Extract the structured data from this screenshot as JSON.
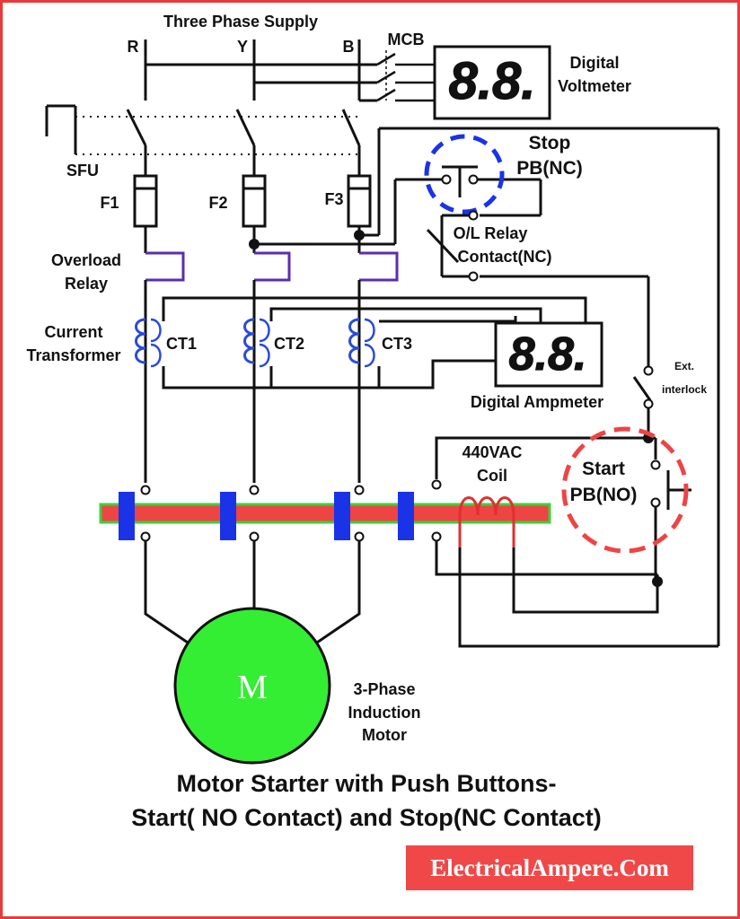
{
  "labels": {
    "supply_title": "Three Phase Supply",
    "phase_r": "R",
    "phase_y": "Y",
    "phase_b": "B",
    "mcb": "MCB",
    "voltmeter_line1": "Digital",
    "voltmeter_line2": "Voltmeter",
    "sfu": "SFU",
    "fuse_1": "F1",
    "fuse_2": "F2",
    "fuse_3": "F3",
    "overload_line1": "Overload",
    "overload_line2": "Relay",
    "ct_line1": "Current",
    "ct_line2": "Transformer",
    "ct_1": "CT1",
    "ct_2": "CT2",
    "ct_3": "CT3",
    "ampmeter": "Digital Ampmeter",
    "stop_line1": "Stop",
    "stop_line2": "PB(NC)",
    "olrelay_line1": "O/L Relay",
    "olrelay_line2": "Contact(NC)",
    "ext_line1": "Ext.",
    "ext_line2": "interlock",
    "coil_line1": "440VAC",
    "coil_line2": "Coil",
    "start_line1": "Start",
    "start_line2": "PB(NO)",
    "motor_symbol": "M",
    "motor_line1": "3-Phase",
    "motor_line2": "Induction",
    "motor_line3": "Motor",
    "seven_seg_digits": "8.8.",
    "caption_line1": "Motor Starter with Push Buttons-",
    "caption_line2": "Start( NO Contact) and Stop(NC Contact)",
    "brand": "ElectricalAmpere.Com"
  },
  "colors": {
    "frame": "#e83a3a",
    "wire": "#111111",
    "overload_strip": "#5a2db5",
    "ct_coil": "#2a4bd8",
    "seven_seg": "#c4123a",
    "contactor_bar": "#ee4444",
    "contactor_outline": "#3bd13b",
    "contactor_blocks": "#1a33e6",
    "coil_wire": "#e03030",
    "motor_fill": "#33ee33",
    "stop_circle": "#1a33e6",
    "start_circle": "#ee4444",
    "brand_bg": "#f04848",
    "brand_text": "#ffffff"
  }
}
